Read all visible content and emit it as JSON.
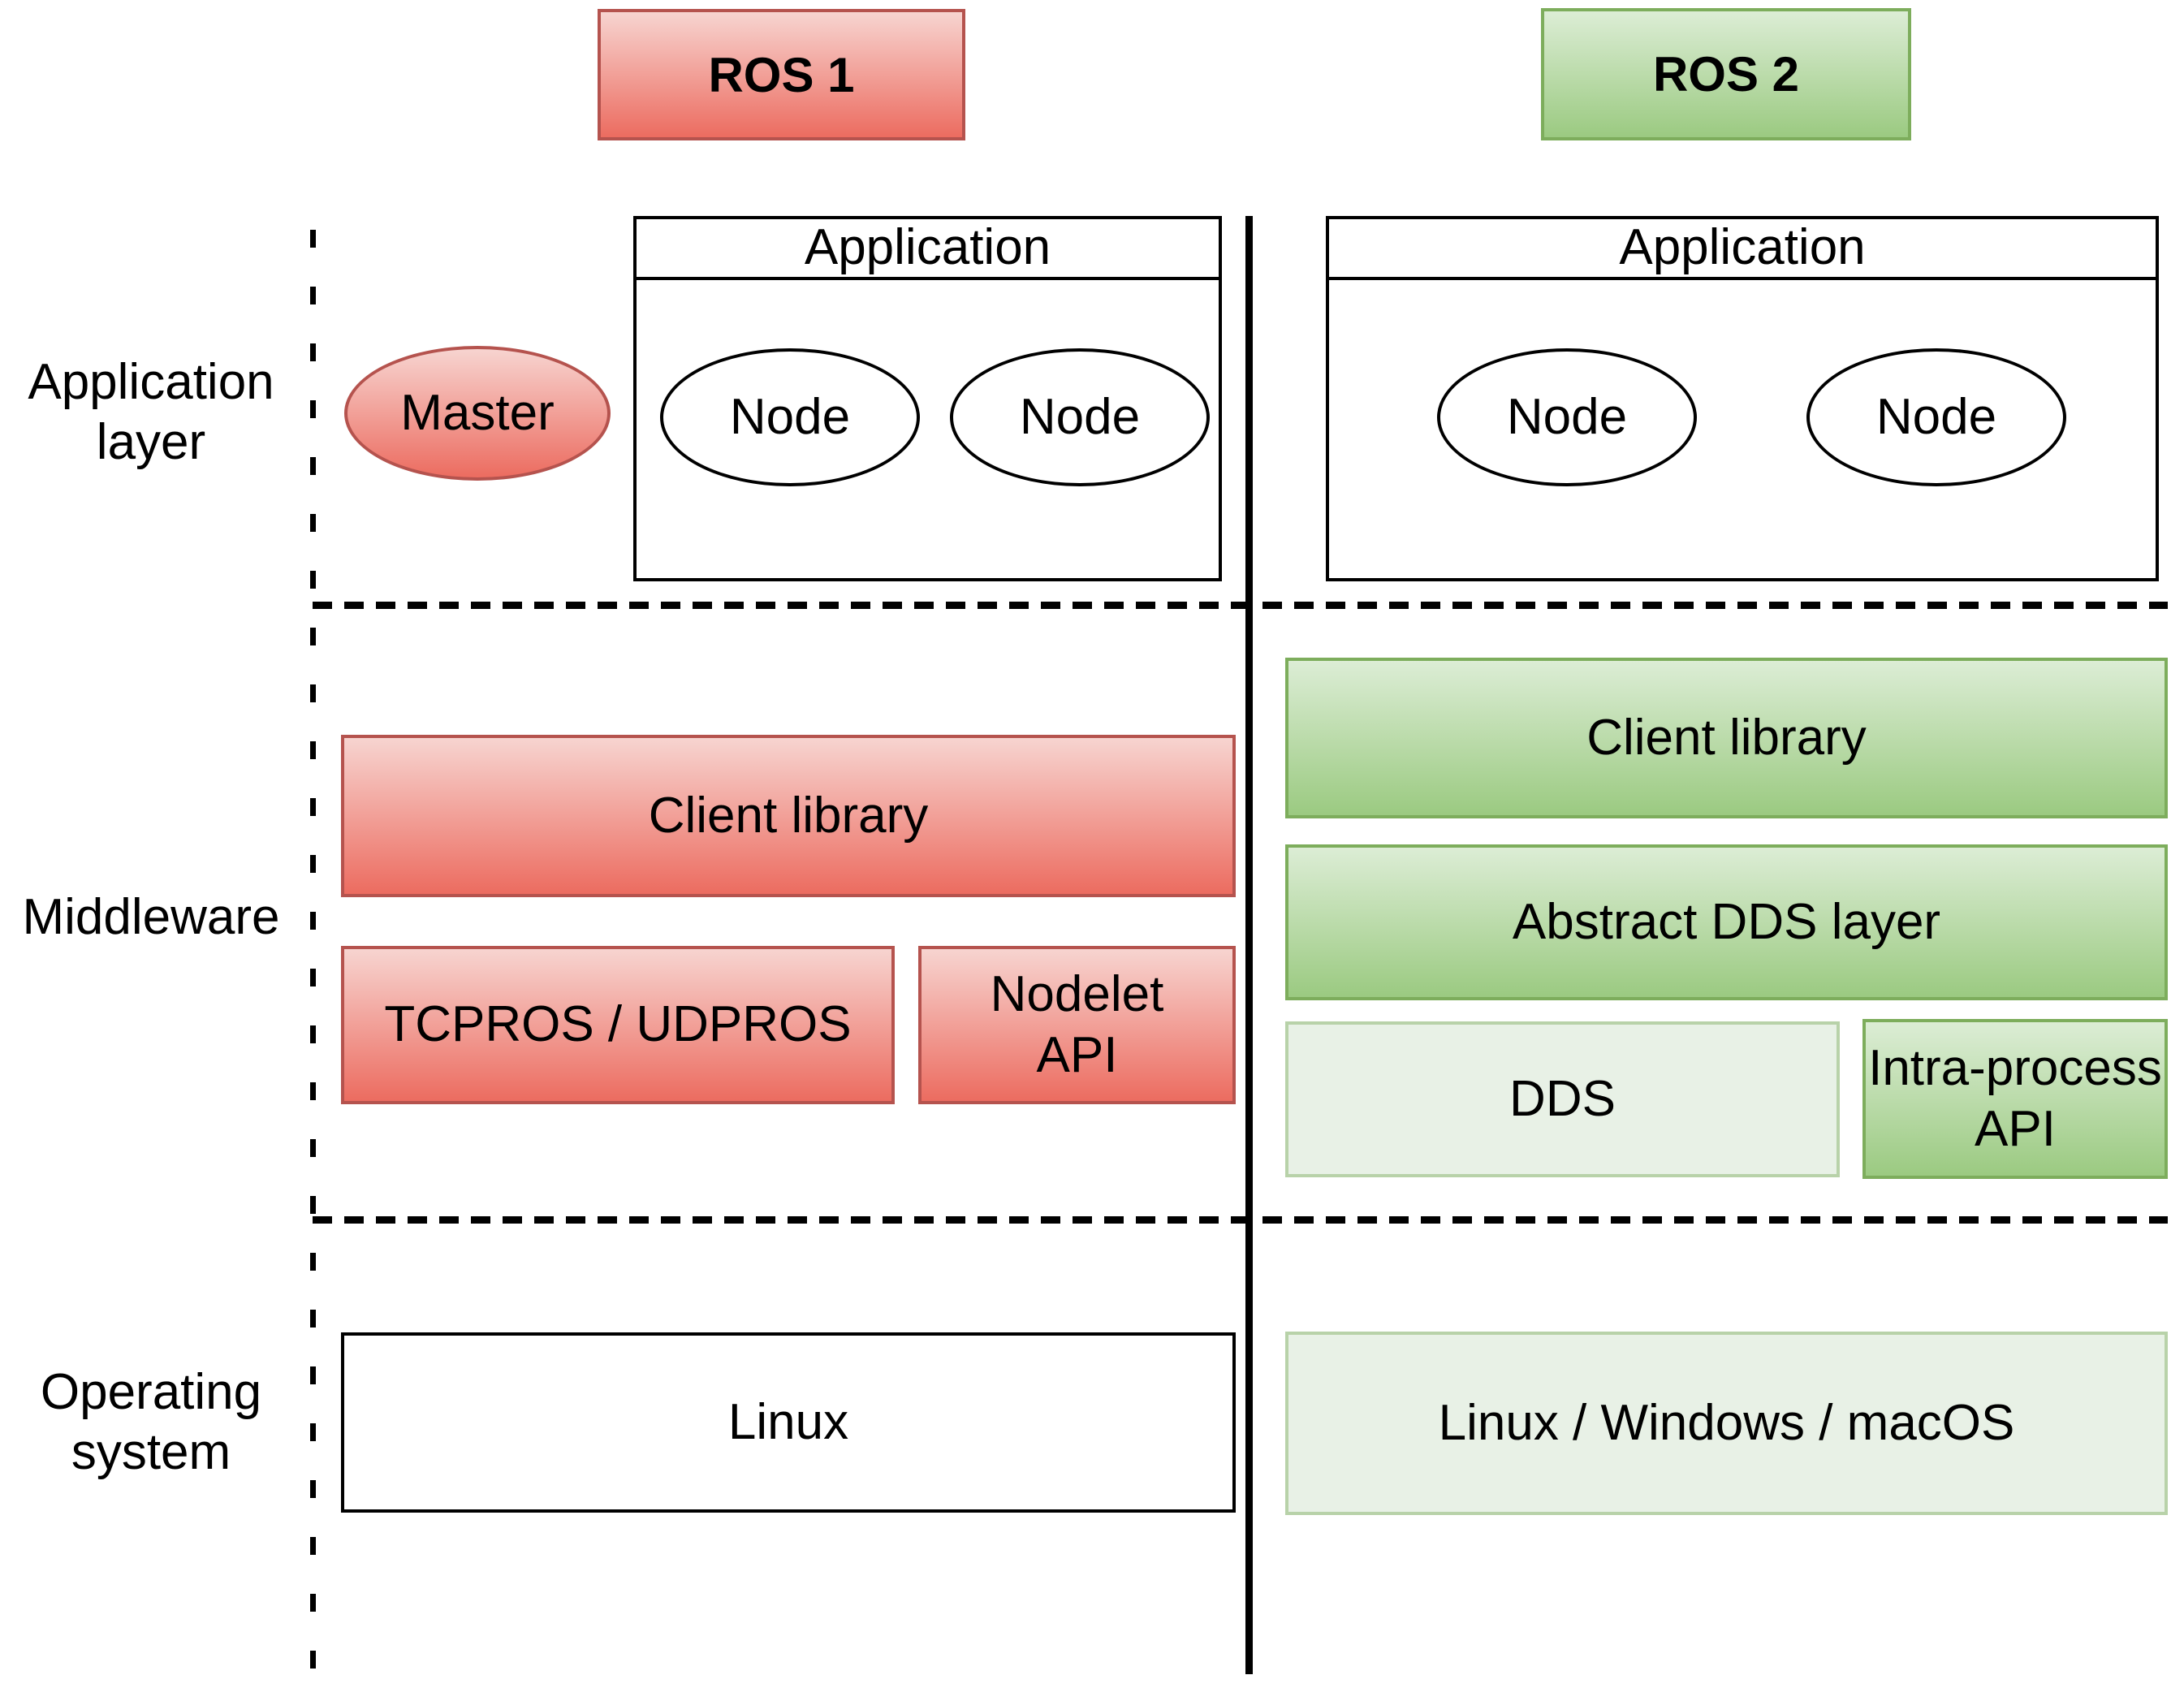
{
  "headers": {
    "ros1": "ROS 1",
    "ros2": "ROS 2"
  },
  "layer_labels": {
    "application_line1": "Application",
    "application_line2": "layer",
    "middleware": "Middleware",
    "os_line1": "Operating",
    "os_line2": "system"
  },
  "ros1": {
    "application_box_title": "Application",
    "master": "Master",
    "node1": "Node",
    "node2": "Node",
    "client_library": "Client library",
    "transport": "TCPROS / UDPROS",
    "nodelet_line1": "Nodelet",
    "nodelet_line2": "API",
    "os_box": "Linux"
  },
  "ros2": {
    "application_box_title": "Application",
    "node1": "Node",
    "node2": "Node",
    "client_library": "Client library",
    "abstract_dds": "Abstract DDS layer",
    "dds": "DDS",
    "intra_process_line1": "Intra-process",
    "intra_process_line2": "API",
    "os_box": "Linux / Windows / macOS"
  },
  "colors": {
    "red_border": "#b5534e",
    "red_top": "#f7d4d0",
    "red_bottom": "#ec6c60",
    "green_border": "#7dad5c",
    "green_top": "#dcedd5",
    "green_bottom": "#9bca81",
    "light_green_fill": "#e8f1e6",
    "light_green_border": "#b8d2a9",
    "line_color": "#000000"
  }
}
